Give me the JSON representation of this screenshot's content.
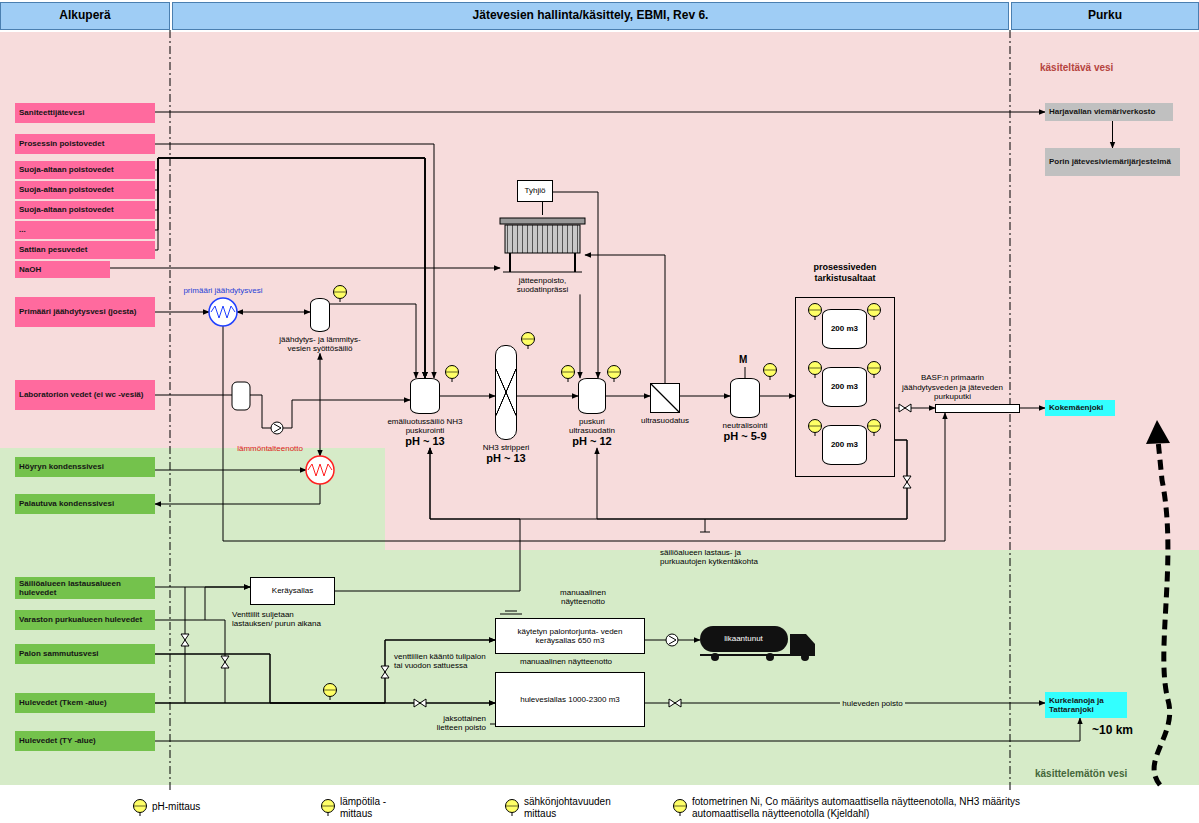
{
  "diagram": {
    "nodes": [
      {
        "text": [
          "Alkuperä"
        ]
      },
      {
        "text": [
          "Jätevesien hallinta/käsittely, EBMI, Rev 6."
        ]
      },
      {
        "text": [
          "Purku"
        ]
      },
      {
        "text": [
          "Saniteettijätevesi"
        ]
      },
      {
        "text": [
          "Prosessin poistovedet"
        ]
      },
      {
        "text": [
          "Suoja-altaan poistovedet"
        ]
      },
      {
        "text": [
          "Suoja-altaan poistovedet"
        ]
      },
      {
        "text": [
          "Suoja-altaan poistovedet"
        ]
      },
      {
        "text": [
          "..."
        ]
      },
      {
        "text": [
          "Sattian pesuvedet"
        ]
      },
      {
        "text": [
          "NaOH"
        ]
      },
      {
        "text": [
          "Primääri jäähdytysvesi (joesta)"
        ]
      },
      {
        "text": [
          "Laboratorion vedet (ei wc -vesiä)"
        ]
      },
      {
        "text": [
          "Höyryn kondenssivesi"
        ]
      },
      {
        "text": [
          "Palautuva kondenssivesi"
        ]
      },
      {
        "text": [
          "Säiliöalueen lastausalueen hulevedet"
        ]
      },
      {
        "text": [
          "Varaston purkualueen hulevedet"
        ]
      },
      {
        "text": [
          "Palon sammutusvesi"
        ]
      },
      {
        "text": [
          "Hulevedet (Tkem -alue)"
        ]
      },
      {
        "text": [
          "Hulevedet (TY -alue)"
        ]
      },
      {
        "text": [
          "Tyhjiö"
        ]
      },
      {
        "text": [
          "jätteenpoisto, suodatinprässi"
        ]
      },
      {
        "text": [
          "primääri jäähdytysvesi"
        ]
      },
      {
        "text": [
          "jäähdytys- ja lämmitys- vesien syöttösäiliö"
        ]
      },
      {
        "text": [
          "lämmöntalteenotto"
        ]
      },
      {
        "text": [
          "emäliuotussäiliö NH3 puskurointi",
          "pH ~ 13"
        ]
      },
      {
        "text": [
          "NH3 stripperi",
          "pH ~ 13"
        ]
      },
      {
        "text": [
          "puskuri ultrasuodatin",
          "pH ~ 12"
        ]
      },
      {
        "text": [
          "ultrasuodatus"
        ]
      },
      {
        "text": [
          "neutralisointi",
          "pH ~ 5-9"
        ]
      },
      {
        "text": [
          "prosessiveden tarkistusaltaat"
        ]
      },
      {
        "text": [
          "200 m3"
        ],
        "in": 30
      },
      {
        "text": [
          "200 m3"
        ],
        "in": 30
      },
      {
        "text": [
          "200 m3"
        ],
        "in": 30
      },
      {
        "text": [
          "BASF:n primaarin jäähdytysveden ja jäteveden purkuputki"
        ]
      },
      {
        "text": [
          "Keräysallas"
        ]
      },
      {
        "text": [
          "käytetyn palontorjunta- veden keräysallas 650 m3"
        ]
      },
      {
        "text": [
          "likaantunut"
        ]
      },
      {
        "text": [
          "hulevesiallas 1000-2300 m3"
        ]
      },
      {
        "text": [
          "Harjavallan viemäriverkosto"
        ]
      },
      {
        "text": [
          "Porin jätevesiviemärijärjestelmä"
        ]
      },
      {
        "text": [
          "Kokemäenjoki"
        ]
      },
      {
        "text": [
          "Kurkelanoja ja Tattaranjoki"
        ]
      }
    ],
    "edges": [
      {
        "from": 3,
        "to": 39,
        "arrow": "to"
      },
      {
        "from": 39,
        "to": 40,
        "arrow": "to"
      },
      {
        "from": 4,
        "to": 25,
        "arrow": "to"
      },
      {
        "from": 5,
        "to": 25,
        "arrow": "to"
      },
      {
        "from": 6,
        "to": 25,
        "arrow": "to"
      },
      {
        "from": 7,
        "to": 25,
        "arrow": "to"
      },
      {
        "from": 8,
        "to": 25,
        "arrow": "to"
      },
      {
        "from": 9,
        "to": 25,
        "arrow": "to"
      },
      {
        "from": 10,
        "to": 21,
        "arrow": "to"
      },
      {
        "from": 11,
        "to": 22,
        "arrow": "to"
      },
      {
        "from": 22,
        "to": 23,
        "arrow": "both"
      },
      {
        "from": 23,
        "to": 25,
        "arrow": "to"
      },
      {
        "from": 23,
        "to": 24,
        "arrow": "both"
      },
      {
        "from": 12,
        "to": 25,
        "arrow": "to"
      },
      {
        "from": 13,
        "to": 24,
        "arrow": "to"
      },
      {
        "from": 24,
        "to": 14,
        "arrow": "to"
      },
      {
        "from": 20,
        "to": 21,
        "arrow": "none"
      },
      {
        "from": 20,
        "to": 27,
        "arrow": "to"
      },
      {
        "from": 21,
        "to": 27,
        "arrow": "to"
      },
      {
        "from": 25,
        "to": 26,
        "arrow": "to"
      },
      {
        "from": 26,
        "to": 27,
        "arrow": "to"
      },
      {
        "from": 27,
        "to": 28,
        "arrow": "to"
      },
      {
        "from": 28,
        "to": 21,
        "arrow": "to"
      },
      {
        "from": 28,
        "to": 29,
        "arrow": "to"
      },
      {
        "from": 29,
        "to": 30,
        "arrow": "to"
      },
      {
        "from": 30,
        "to": 34,
        "arrow": "to"
      },
      {
        "from": 30,
        "to": 25,
        "arrow": "to"
      },
      {
        "from": 30,
        "to": 27,
        "arrow": "to"
      },
      {
        "from": 22,
        "to": 34,
        "arrow": "to"
      },
      {
        "from": 34,
        "to": 41,
        "arrow": "to"
      },
      {
        "from": 15,
        "to": 35,
        "arrow": "to"
      },
      {
        "from": 16,
        "to": 35,
        "arrow": "to"
      },
      {
        "from": 35,
        "to": 25,
        "arrow": "to"
      },
      {
        "from": 17,
        "to": 38,
        "arrow": "to"
      },
      {
        "from": 17,
        "to": 36,
        "arrow": "to"
      },
      {
        "from": 18,
        "to": 38,
        "arrow": "to"
      },
      {
        "from": 18,
        "to": 36,
        "arrow": "to"
      },
      {
        "from": 36,
        "to": 37,
        "arrow": "to"
      },
      {
        "from": 38,
        "to": 42,
        "label": "huleveden poisto",
        "arrow": "to"
      },
      {
        "from": 19,
        "to": 42,
        "arrow": "to"
      }
    ],
    "labels": [
      "käsiteltävä vesi",
      "käsittelemätön vesi",
      "M",
      "Venttiilit suljetaan lastauksen/ purun aikana",
      "säiliöalueen lastaus- ja purkuautojen kytkentäkohta",
      "manuaalinen näytteenotto",
      "manuaalinen näytteenotto",
      "venttiilien kääntö tulipalon tai vuodon sattuessa",
      "jaksottainen lietteen poisto",
      "~10 km"
    ],
    "legend": [
      {
        "text": "pH-mittaus"
      },
      {
        "text": "lämpötila -mittaus"
      },
      {
        "text": "sähkönjohtavuuden mittaus"
      },
      {
        "text": "fotometrinen Ni, Co määritys automaattisella näytteenotolla, NH3 määritys automaattisella näytteenotolla (Kjeldahl)"
      }
    ]
  }
}
